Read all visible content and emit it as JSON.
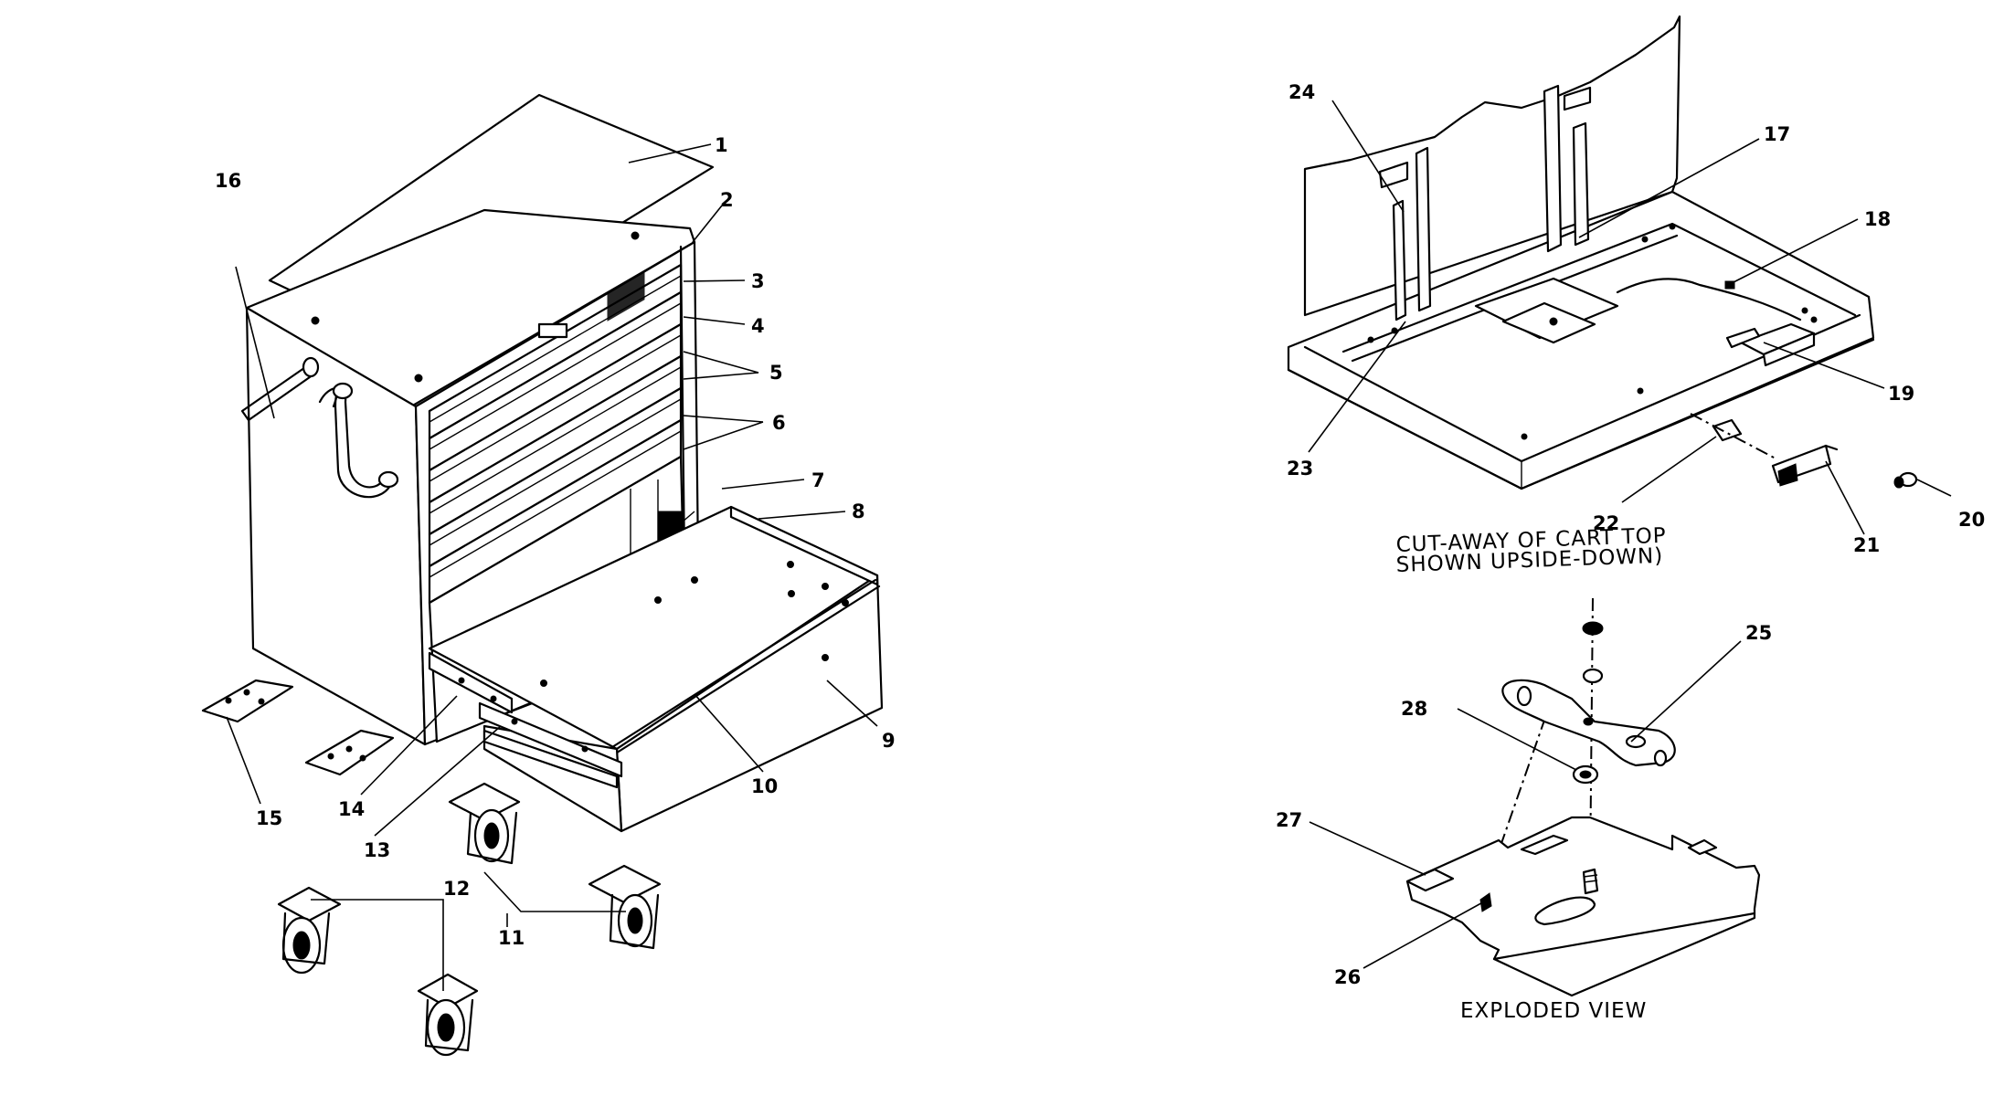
{
  "parts": {
    "p1": "1",
    "p2": "2",
    "p3": "3",
    "p4": "4",
    "p5": "5",
    "p6": "6",
    "p7": "7",
    "p8": "8",
    "p9": "9",
    "p10": "10",
    "p11": "11",
    "p12": "12",
    "p13": "13",
    "p14": "14",
    "p15": "15",
    "p16": "16",
    "p17": "17",
    "p18": "18",
    "p19": "19",
    "p20": "20",
    "p21": "21",
    "p22": "22",
    "p23": "23",
    "p24": "24",
    "p25": "25",
    "p26": "26",
    "p27": "27",
    "p28": "28"
  },
  "captions": {
    "cutaway_line1": "CUT-AWAY OF CART TOP",
    "cutaway_line2": "SHOWN UPSIDE-DOWN)",
    "exploded": "EXPLODED VIEW"
  }
}
